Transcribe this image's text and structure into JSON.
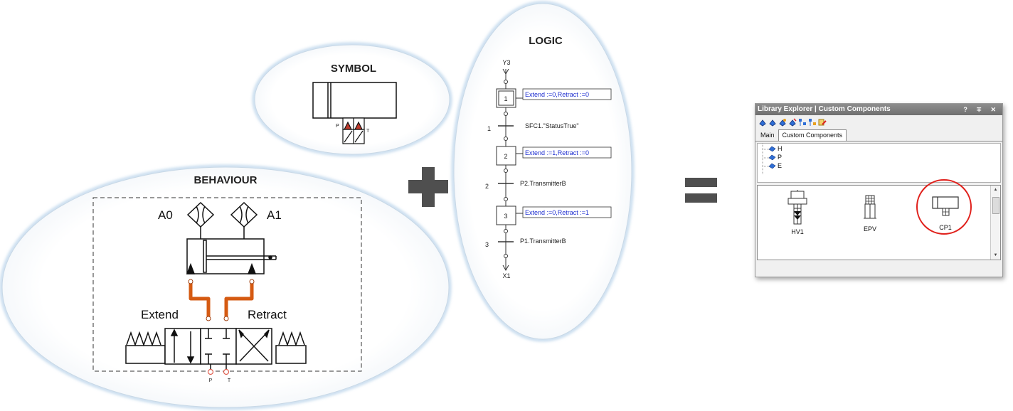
{
  "symbol": {
    "title": "SYMBOL",
    "port_p": "P",
    "port_t": "T"
  },
  "behaviour": {
    "title": "BEHAVIOUR",
    "a0": "A0",
    "a1": "A1",
    "extend": "Extend",
    "retract": "Retract",
    "port_p": "P",
    "port_t": "T"
  },
  "logic": {
    "title": "LOGIC",
    "top_label": "Y3",
    "bottom_label": "X1",
    "steps": [
      {
        "number": "1",
        "action": "Extend :=0,Retract :=0"
      },
      {
        "number": "2",
        "action": "Extend :=1,Retract :=0"
      },
      {
        "number": "3",
        "action": "Extend :=0,Retract :=1"
      }
    ],
    "transitions": [
      {
        "number": "1",
        "condition": "SFC1.\"StatusTrue\""
      },
      {
        "number": "2",
        "condition": "P2.TransmitterB"
      },
      {
        "number": "3",
        "condition": "P1.TransmitterB"
      }
    ]
  },
  "operators": {
    "plus": "+",
    "equals": "="
  },
  "library": {
    "title": "Library Explorer | Custom Components",
    "controls": "? ∓ ✕",
    "tabs": [
      "Main",
      "Custom Components"
    ],
    "active_tab": 1,
    "tree": [
      "H",
      "P",
      "E"
    ],
    "components": [
      "HV1",
      "EPV",
      "CP1"
    ],
    "highlighted": "CP1",
    "highlight_color": "#e0201b",
    "icon_color": "#2f6fd6"
  },
  "colors": {
    "pipe": "#d55a12",
    "ellipse_border": "#a9c9e3",
    "port": "#e06050"
  }
}
